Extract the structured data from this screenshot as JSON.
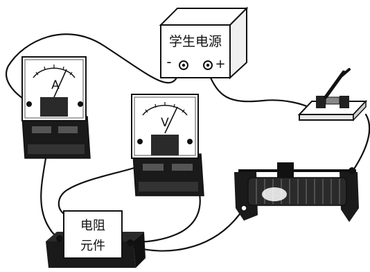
{
  "power_supply": {
    "label": "学生电源",
    "minus": "-",
    "plus": "+"
  },
  "ammeter": {
    "symbol": "A"
  },
  "voltmeter": {
    "symbol": "V"
  },
  "resistor": {
    "label_line1": "电阻",
    "label_line2": "元件"
  }
}
